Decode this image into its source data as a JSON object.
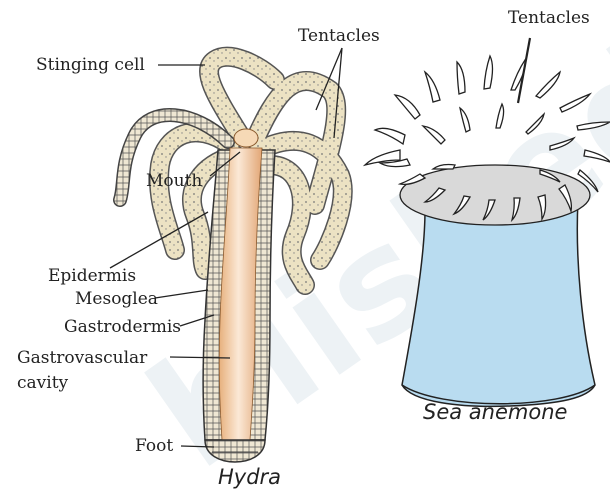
{
  "hydra": {
    "labels": {
      "stinging_cell": "Stinging cell",
      "tentacles": "Tentacles",
      "mouth": "Mouth",
      "epidermis": "Epidermis",
      "mesoglea": "Mesoglea",
      "gastrodermis": "Gastrodermis",
      "gastrovascular_1": "Gastrovascular",
      "gastrovascular_2": "cavity",
      "foot": "Foot"
    },
    "caption": "Hydra"
  },
  "anemone": {
    "labels": {
      "tentacles": "Tentacles"
    },
    "caption": "Sea anemone"
  },
  "colors": {
    "tentacle_fill": "#e9dfbf",
    "body_gradient_light": "#fbe9d6",
    "body_gradient_dark": "#e7b07d",
    "anemone_body": "#b9dcf0",
    "line": "#222222"
  }
}
